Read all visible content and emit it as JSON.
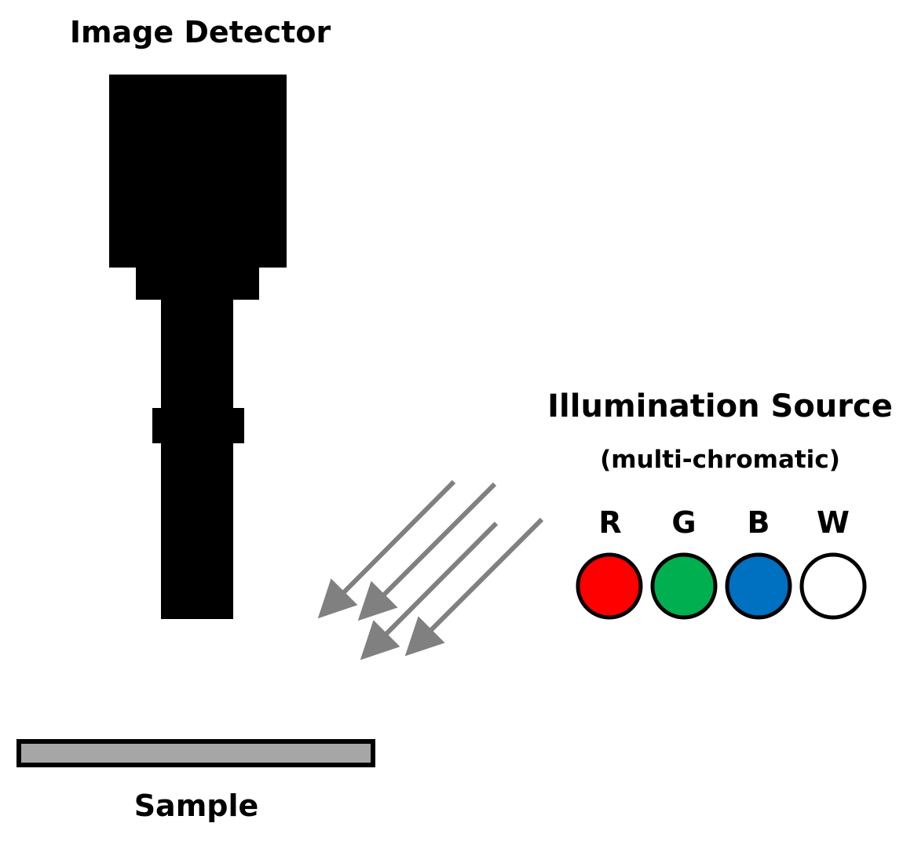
{
  "labels": {
    "detector": "Image Detector",
    "source_title": "Illumination Source",
    "source_subtitle": "(multi-chromatic)",
    "sample": "Sample"
  },
  "leds": [
    {
      "letter": "R",
      "color": "#ff0000"
    },
    {
      "letter": "G",
      "color": "#00b050"
    },
    {
      "letter": "B",
      "color": "#0070c0"
    },
    {
      "letter": "W",
      "color": "#ffffff"
    }
  ],
  "colors": {
    "detector": "#000000",
    "arrow": "#808080",
    "sample_fill": "#a6a6a6",
    "sample_border": "#000000"
  },
  "icons": {
    "detector": "camera-detector-icon",
    "arrow": "light-arrow-icon"
  }
}
